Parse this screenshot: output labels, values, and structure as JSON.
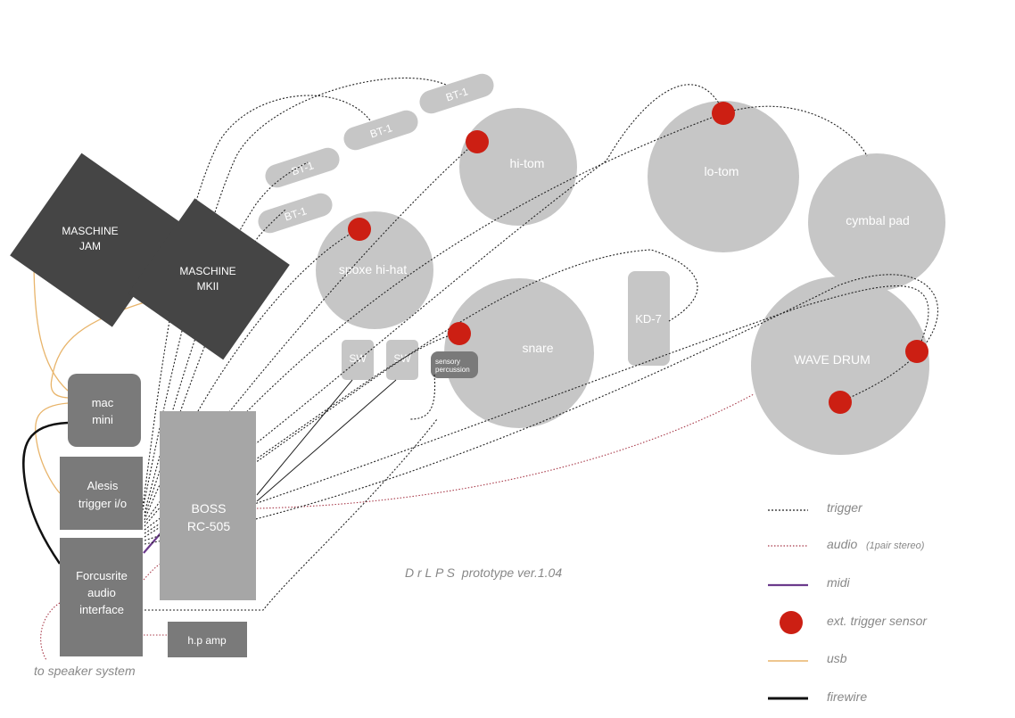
{
  "devices": {
    "maschine_jam": {
      "line1": "MASCHINE",
      "line2": "JAM"
    },
    "maschine_mk2": {
      "line1": "MASCHINE",
      "line2": "MKII"
    },
    "bt1_a": "BT-1",
    "bt1_b": "BT-1",
    "bt1_c": "BT-1",
    "bt1_d": "BT-1",
    "mac_mini": {
      "line1": "mac",
      "line2": "mini"
    },
    "alesis": {
      "line1": "Alesis",
      "line2": "trigger i/o"
    },
    "focusrite": {
      "line1": "Forcusrite",
      "line2": "audio",
      "line3": "interface"
    },
    "boss": {
      "line1": "BOSS",
      "line2": "RC-505"
    },
    "hp_amp": "h.p amp",
    "sw_1": "SW",
    "sw_2": "SW",
    "sensory": {
      "line1": "sensory",
      "line2": "percussion"
    },
    "kd7": "KD-7"
  },
  "pads": {
    "hi_tom": "hi-tom",
    "lo_tom": "lo-tom",
    "cymbal": "cymbal pad",
    "hihat": "spoxe hi-hat",
    "snare": "snare",
    "wave_drum": "WAVE DRUM"
  },
  "caption": "D r L P S  prototype ver.1.04",
  "speaker_note": "to speaker system",
  "legend": {
    "trigger": "trigger",
    "audio": "audio",
    "audio_note": "(1pair stereo)",
    "midi": "midi",
    "sensor": "ext. trigger sensor",
    "usb": "usb",
    "firewire": "firewire"
  },
  "colors": {
    "pad_gray": "#c6c6c6",
    "box_gray": "#7a7a7a",
    "dark_box": "#454545",
    "sensor_red": "#cc1f13",
    "usb_orange": "#e8b46a",
    "midi_purple": "#6b3a8c",
    "audio_red": "#a83a4a",
    "firewire_black": "#111111"
  }
}
